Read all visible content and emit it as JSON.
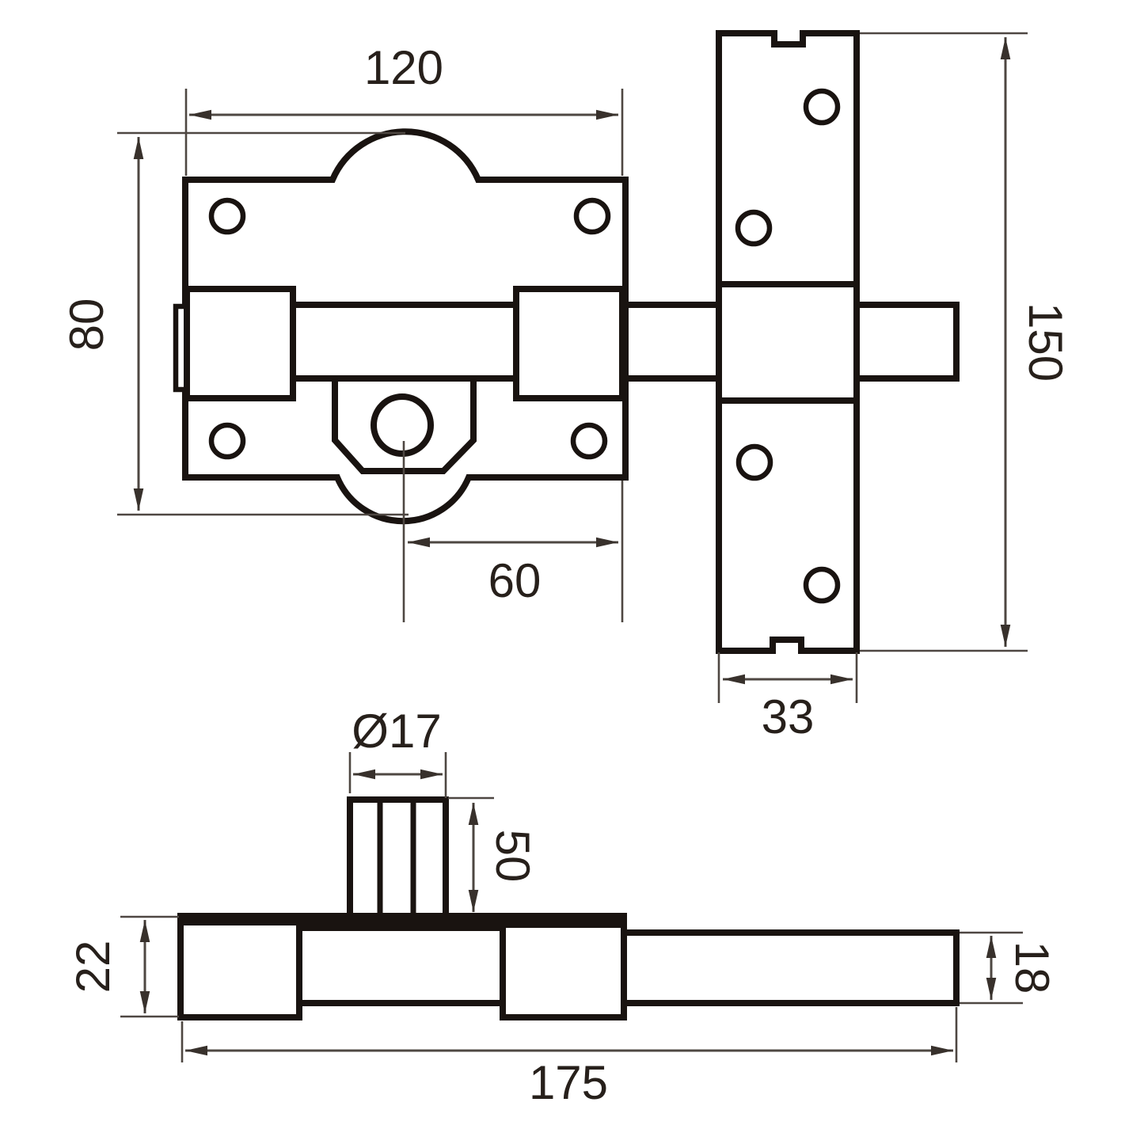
{
  "diagram": {
    "description": "Dimensioned technical line drawing of a security gate bolt lock: front view of lock body, side view of strike plate, and profile view with knurled knob",
    "front_view": {
      "width": "120",
      "height": "80",
      "cylinder_offset": "60"
    },
    "strike_plate_view": {
      "height": "150",
      "width": "33"
    },
    "side_view": {
      "knob_diameter": "Ø17",
      "knob_height": "50",
      "body_height": "22",
      "total_length": "175",
      "rod_diameter": "18"
    }
  },
  "colors": {
    "background": "#ffffff",
    "outline": "#191310",
    "dimension_line": "#4e4742",
    "arrow": "#38312c",
    "label": "#27201b"
  }
}
